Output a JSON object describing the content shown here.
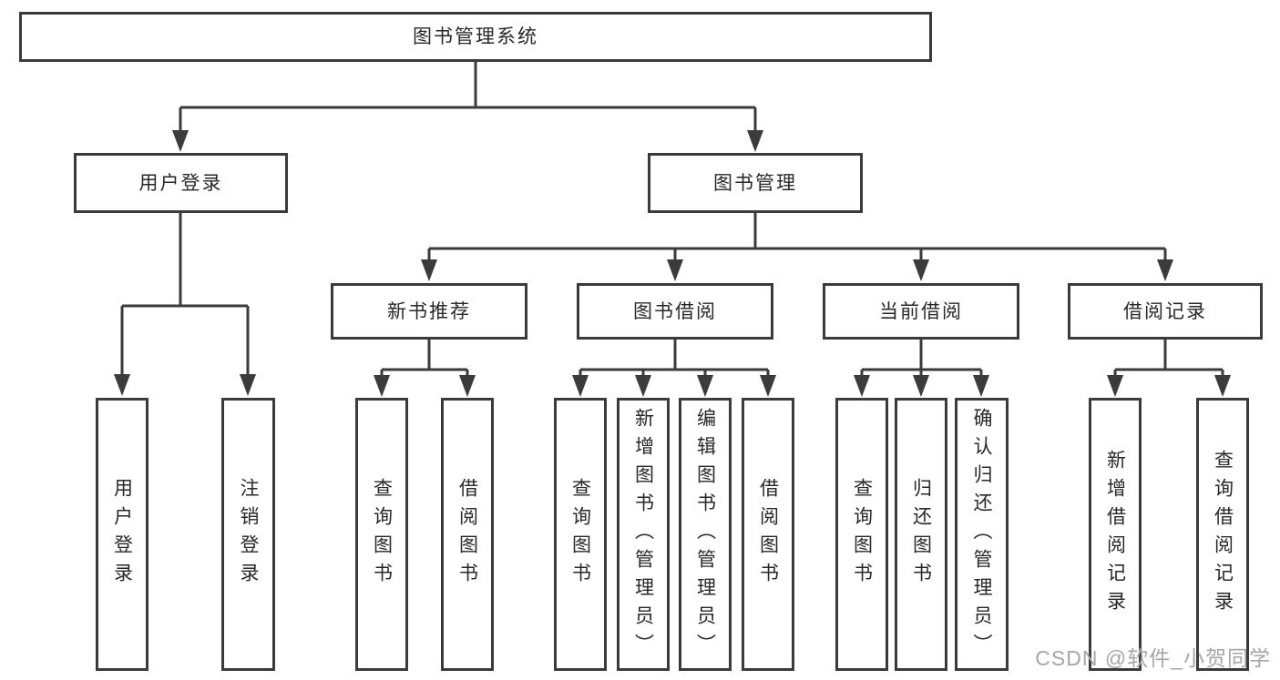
{
  "diagram": {
    "root": "图书管理系统",
    "branches": [
      {
        "label": "用户登录",
        "leaves": [
          "用户登录",
          "注销登录"
        ]
      },
      {
        "label": "图书管理",
        "groups": [
          {
            "label": "新书推荐",
            "leaves": [
              "查询图书",
              "借阅图书"
            ]
          },
          {
            "label": "图书借阅",
            "leaves": [
              "查询图书",
              "新增图书（管理员）",
              "编辑图书（管理员）",
              "借阅图书"
            ]
          },
          {
            "label": "当前借阅",
            "leaves": [
              "查询图书",
              "归还图书",
              "确认归还（管理员）"
            ]
          },
          {
            "label": "借阅记录",
            "leaves": [
              "新增借阅记录",
              "查询借阅记录"
            ]
          }
        ]
      }
    ]
  },
  "watermark": "CSDN @软件_小贺同学",
  "colors": {
    "line": "#3b3b3b",
    "text": "#282828",
    "node_background": "#ffffff",
    "watermark": "#a6a6a6",
    "page_background": "#ffffff"
  }
}
